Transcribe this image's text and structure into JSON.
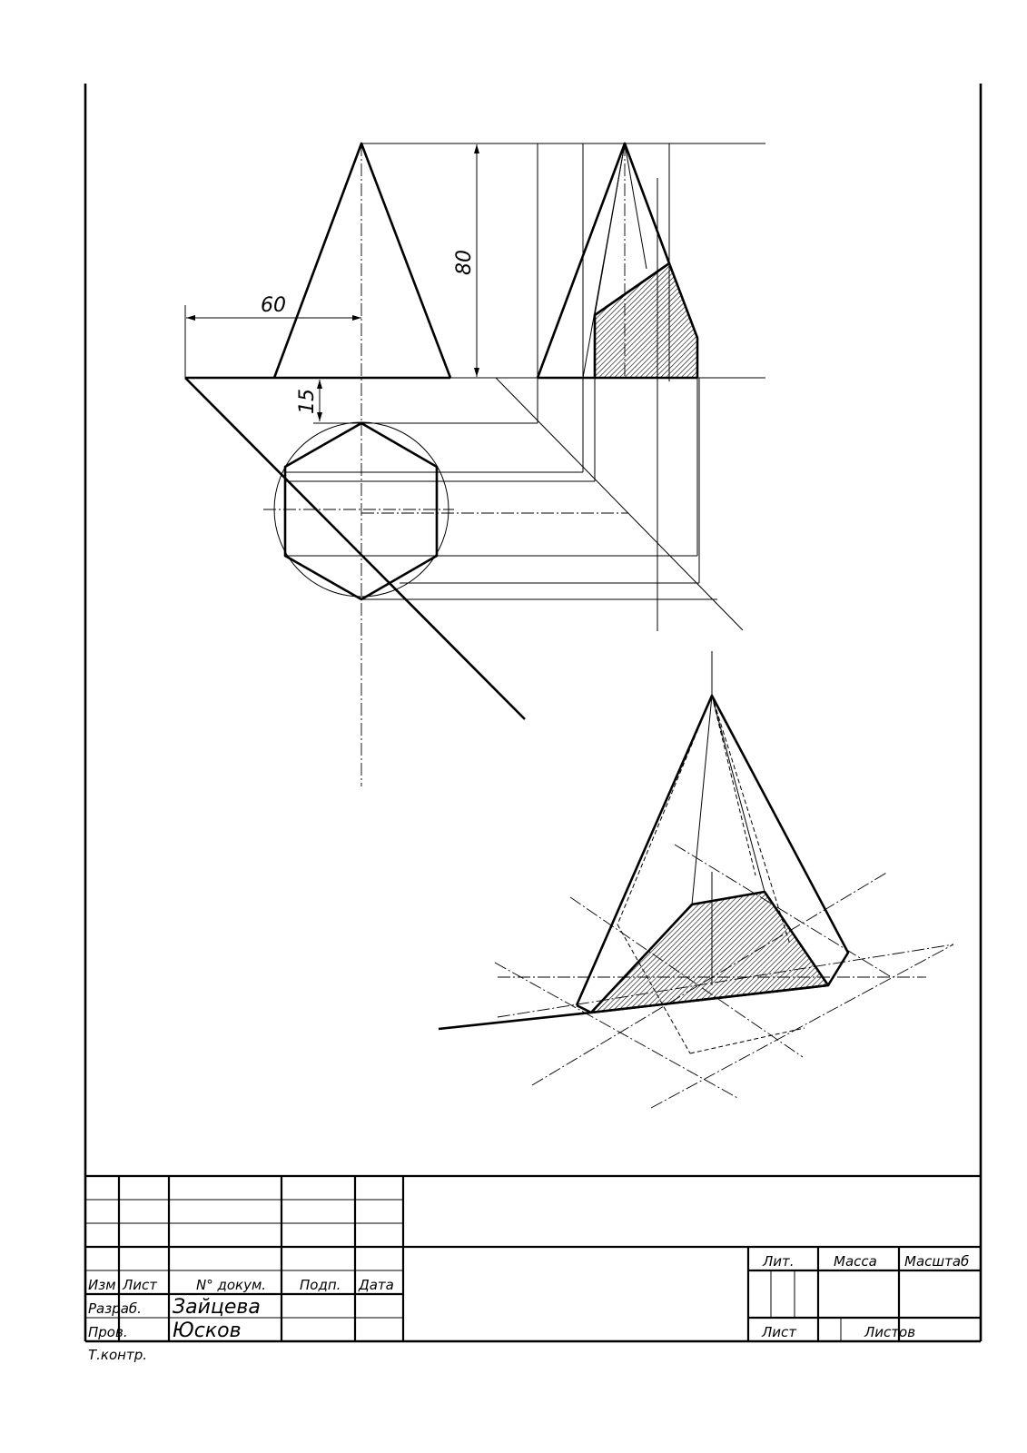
{
  "dimensions": {
    "width_label": "60",
    "height_label": "80",
    "offset_label": "15"
  },
  "title_block": {
    "headers": {
      "izm": "Изм",
      "list": "Лист",
      "doc": "N° докум.",
      "sign": "Подп.",
      "date": "Дата"
    },
    "roles": {
      "developed": "Разраб.",
      "checked": "Пров.",
      "tech_control": "Т.контр."
    },
    "names": {
      "developed_by": "Зайцева",
      "checked_by": "Юсков"
    },
    "right": {
      "lit": "Лит.",
      "mass": "Масса",
      "scale": "Масштаб",
      "sheet": "Лист",
      "sheets": "Листов"
    }
  }
}
